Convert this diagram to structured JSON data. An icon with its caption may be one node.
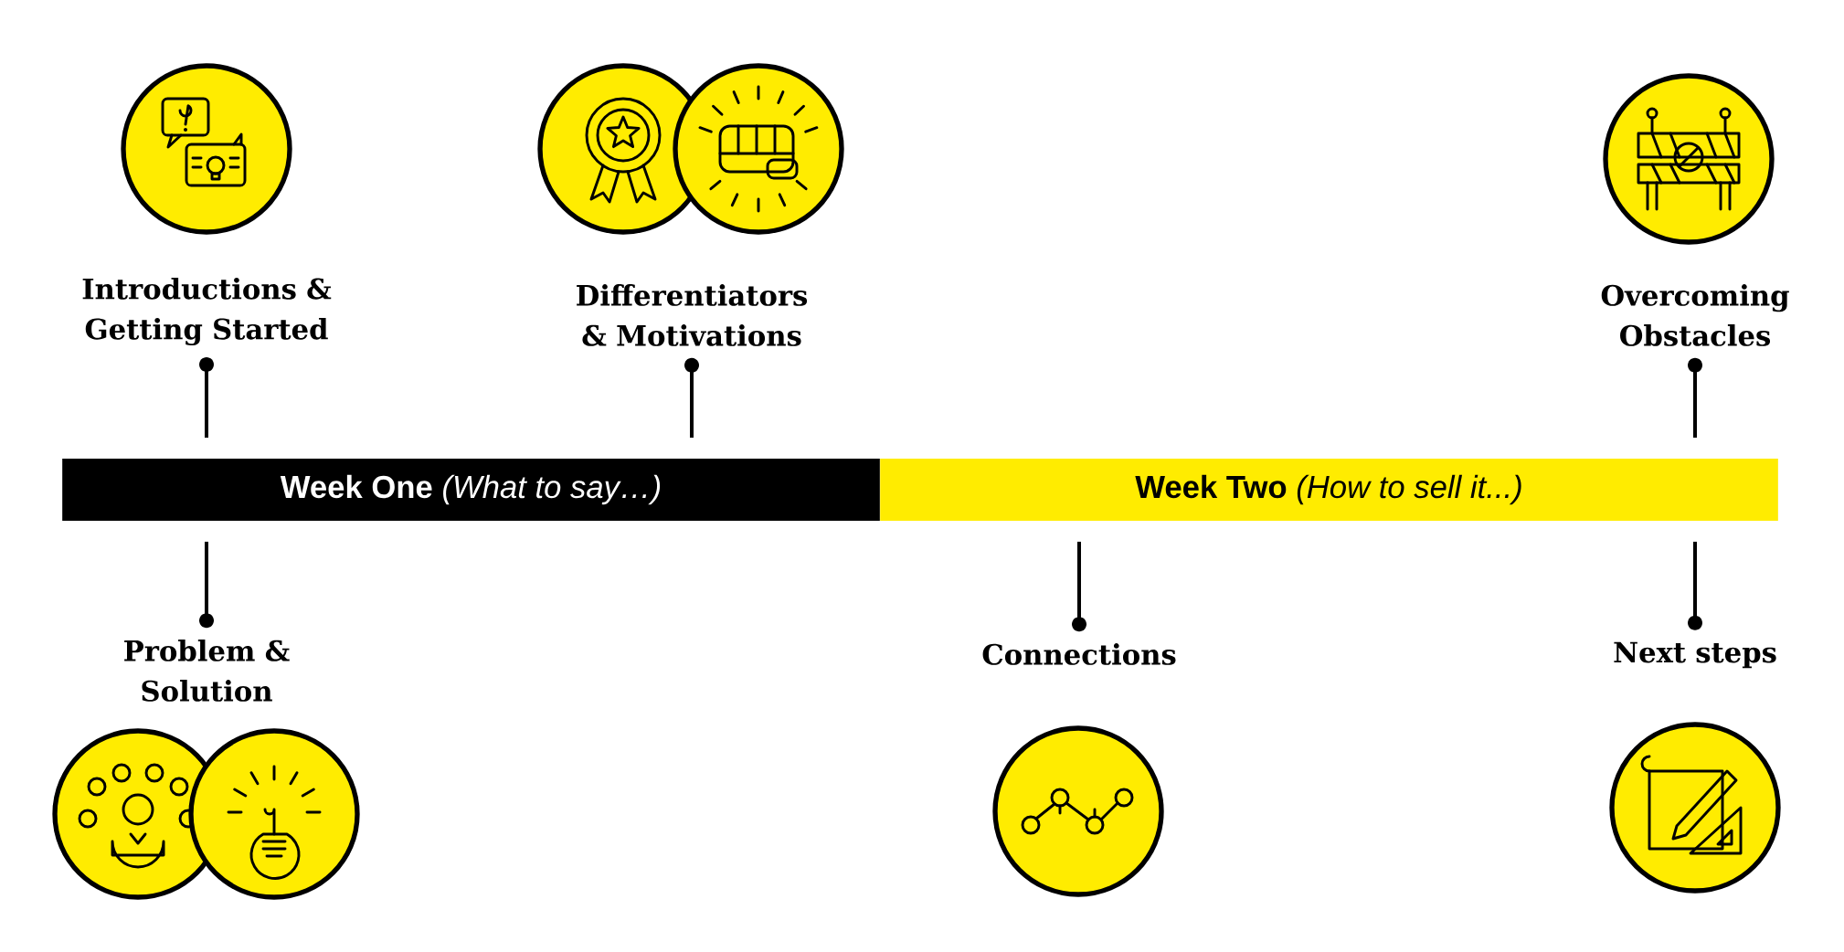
{
  "diagram": {
    "nodes": [
      {
        "text": [
          "**Week One** *(What to say…)*"
        ]
      },
      {
        "text": [
          "**Week Two** *(How to sell it...)*"
        ]
      },
      {
        "text": [
          "Introductions & Getting Started"
        ]
      },
      {
        "text": [
          "Differentiators & Motivations"
        ]
      },
      {
        "text": [
          "Overcoming Obstacles"
        ]
      },
      {
        "text": [
          "Problem & Solution"
        ]
      },
      {
        "text": [
          "Connections"
        ]
      },
      {
        "text": [
          "Next steps"
        ]
      }
    ],
    "edges": [
      {
        "from": 2,
        "to": 0,
        "arrow": "other"
      },
      {
        "from": 3,
        "to": 0,
        "arrow": "other"
      },
      {
        "from": 4,
        "to": 1,
        "arrow": "other"
      },
      {
        "from": 5,
        "to": 0,
        "arrow": "other"
      },
      {
        "from": 6,
        "to": 1,
        "arrow": "other"
      },
      {
        "from": 7,
        "to": 1,
        "arrow": "other"
      }
    ]
  }
}
